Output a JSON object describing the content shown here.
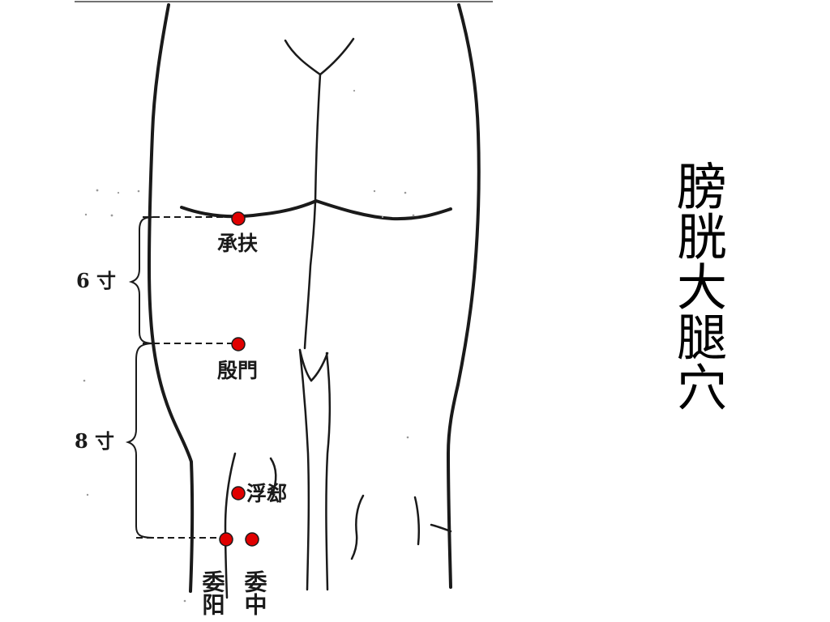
{
  "title": "膀胱大腿穴",
  "measurements": {
    "upper": "6 寸",
    "lower": "8 寸"
  },
  "points": {
    "chengfu": "承扶",
    "yinmen": "殷門",
    "fuxi": "浮郄",
    "weiyang": "委阳",
    "weizhong": "委中"
  },
  "colors": {
    "point": "#e00000",
    "ink": "#1a1a1a",
    "background": "#ffffff"
  }
}
